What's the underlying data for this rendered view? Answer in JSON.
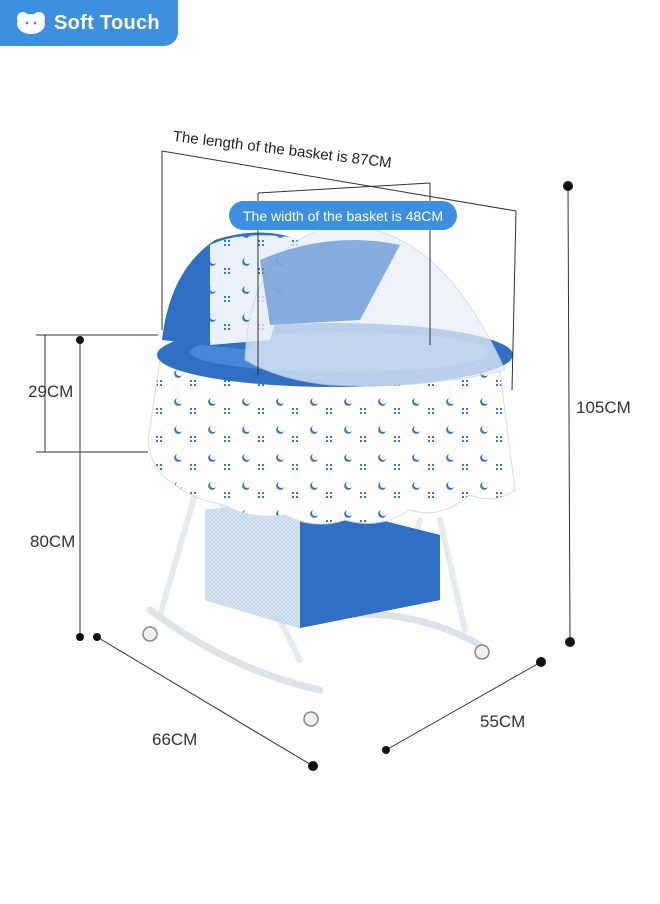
{
  "brand": {
    "name": "Soft Touch",
    "icon": "elephant-logo-icon",
    "color": "#3d8fe0"
  },
  "dimensions": {
    "basket_length": "The length of the basket is 87CM",
    "basket_width": "The width of the basket is 48CM",
    "basket_depth": "29CM",
    "basket_height": "80CM",
    "total_height": "105CM",
    "depth_footprint": "55CM",
    "length_footprint": "66CM"
  },
  "colors": {
    "fabric_blue": "#2f6fc4",
    "accent": "#3d8fe0",
    "frame": "#e9eef3"
  }
}
